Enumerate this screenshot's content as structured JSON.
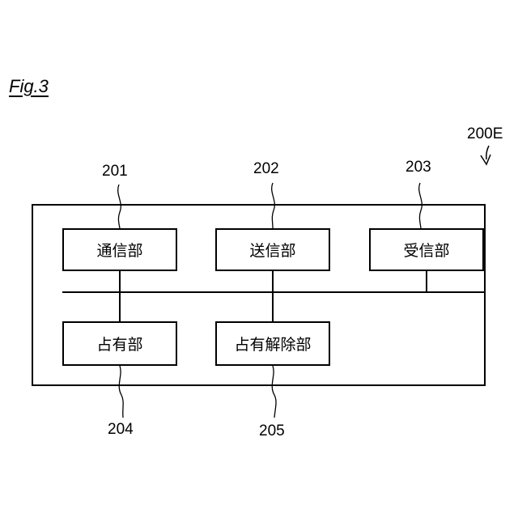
{
  "figure": {
    "label": "Fig.3"
  },
  "apparatus": {
    "ref": "200E"
  },
  "units": [
    {
      "ref": "201",
      "label": "通信部"
    },
    {
      "ref": "202",
      "label": "送信部"
    },
    {
      "ref": "203",
      "label": "受信部"
    },
    {
      "ref": "204",
      "label": "占有部"
    },
    {
      "ref": "205",
      "label": "占有解除部"
    }
  ]
}
